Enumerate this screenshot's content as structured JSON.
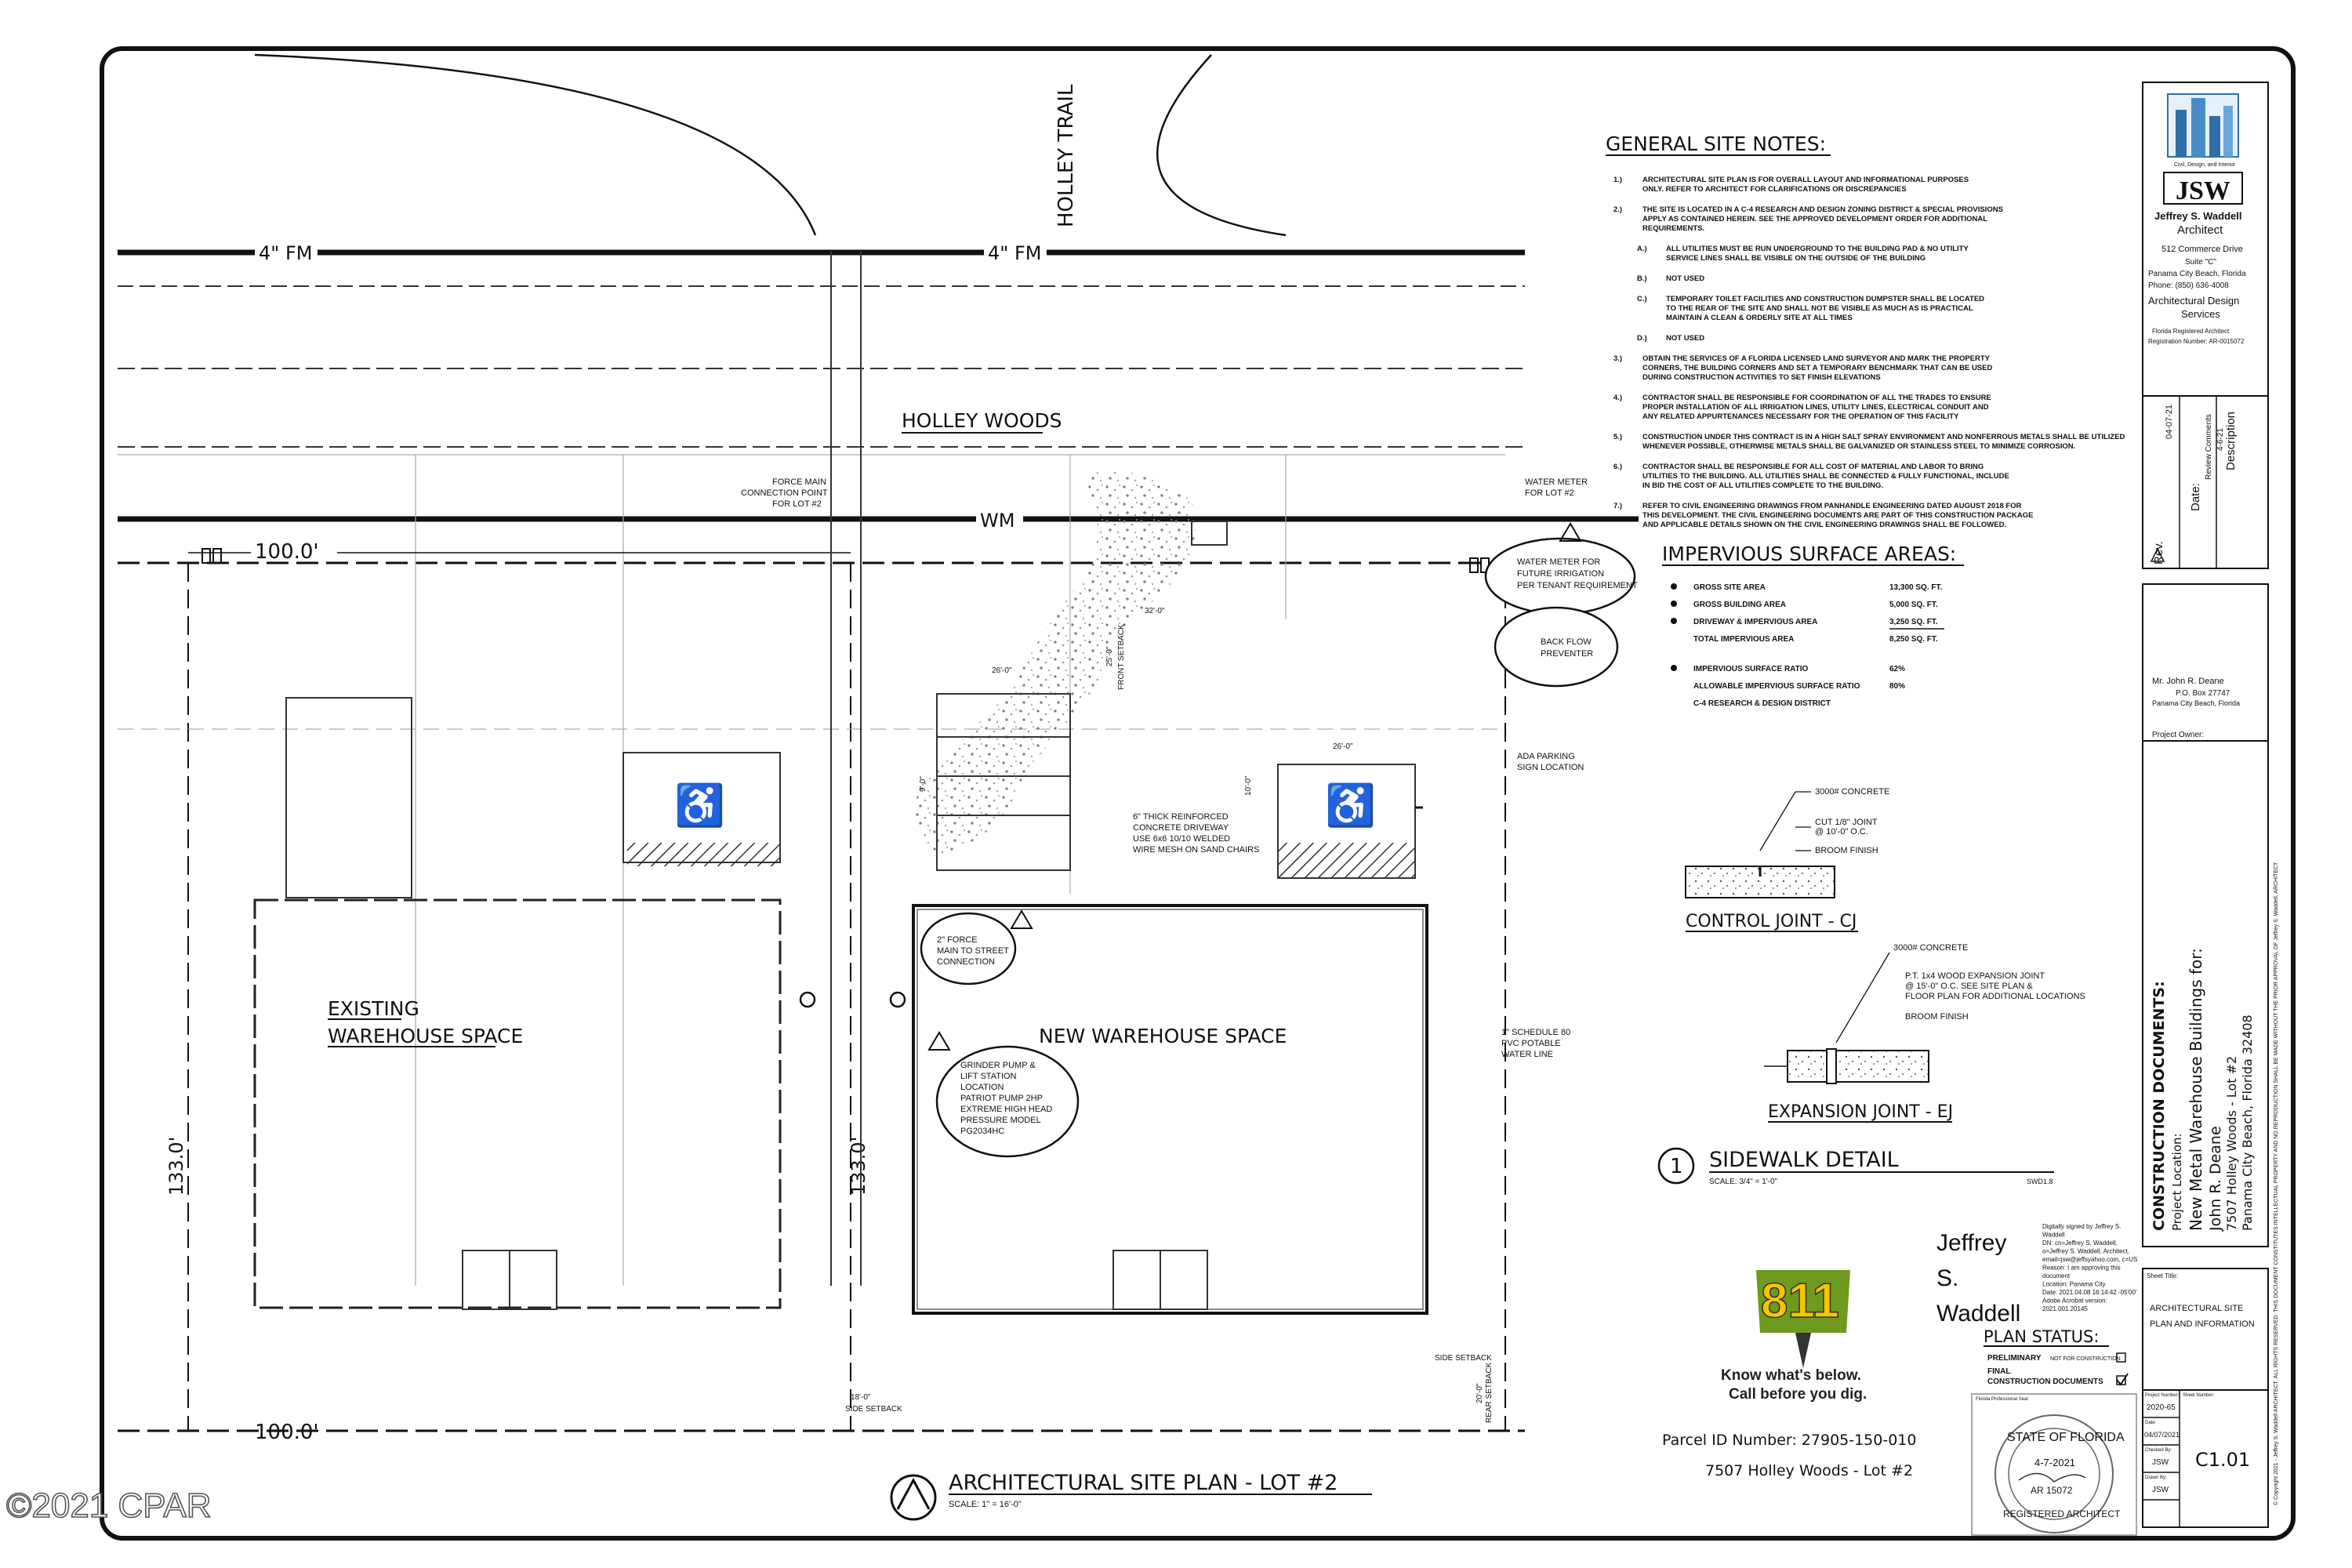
{
  "watermark": "©2021 CPAR",
  "site": {
    "street_vertical": "HOLLEY TRAIL",
    "street_horizontal": "HOLLEY WOODS",
    "fm_label": "4\" FM",
    "wm_label": "WM",
    "dim_top": "100.0'",
    "dim_bottom": "100.0'",
    "dim_left": "133.0'",
    "dim_mid": "133.0'",
    "existing_warehouse": [
      "EXISTING",
      "WAREHOUSE SPACE"
    ],
    "new_warehouse": "NEW WAREHOUSE SPACE",
    "notes": {
      "force_main": [
        "FORCE MAIN",
        "CONNECTION POINT",
        "FOR LOT #2"
      ],
      "water_meter": [
        "WATER METER",
        "FOR LOT #2"
      ],
      "water_meter_irrigation": [
        "WATER METER FOR",
        "FUTURE IRRIGATION",
        "PER TENANT REQUIREMENT"
      ],
      "back_flow": [
        "BACK FLOW",
        "PREVENTER"
      ],
      "driveway": [
        "6\" THICK REINFORCED",
        "CONCRETE DRIVEWAY",
        "USE 6x6 10/10 WELDED",
        "WIRE MESH ON SAND CHAIRS"
      ],
      "ada_sign": [
        "ADA PARKING",
        "SIGN LOCATION"
      ],
      "force_main_2": [
        "2\" FORCE",
        "MAIN TO STREET",
        "CONNECTION"
      ],
      "grinder": [
        "GRINDER PUMP &",
        "LIFT STATION",
        "LOCATION",
        "PATRIOT PUMP 2HP",
        "EXTREME HIGH HEAD",
        "PRESSURE MODEL",
        "PG2034HC"
      ],
      "water_line": [
        "1\" SCHEDULE 80",
        "PVC POTABLE",
        "WATER LINE"
      ],
      "front_setback": "FRONT SETBACK",
      "side_setback_1": "SIDE SETBACK",
      "side_setback_2": "SIDE SETBACK",
      "rear_setback": "REAR SETBACK"
    },
    "dims_small": [
      "32'-0\"",
      "26'-0\"",
      "26'-0\"",
      "25'-0\"",
      "9'-0\"",
      "18'-0\"",
      "10'-0\"",
      "20'-0\""
    ],
    "plan_title": "ARCHITECTURAL SITE PLAN - LOT #2",
    "plan_scale": "SCALE: 1\" = 16'-0\""
  },
  "general_notes": {
    "heading": "GENERAL SITE NOTES:",
    "items": [
      {
        "n": "1.)",
        "lines": [
          "ARCHITECTURAL SITE PLAN IS FOR OVERALL LAYOUT AND INFORMATIONAL PURPOSES",
          "ONLY. REFER TO ARCHITECT FOR CLARIFICATIONS OR DISCREPANCIES"
        ]
      },
      {
        "n": "2.)",
        "lines": [
          "THE SITE IS LOCATED IN A C-4 RESEARCH AND DESIGN ZONING DISTRICT & SPECIAL PROVISIONS",
          "APPLY AS CONTAINED HEREIN. SEE THE APPROVED DEVELOPMENT ORDER FOR ADDITIONAL",
          "REQUIREMENTS."
        ]
      },
      {
        "n": "A.)",
        "lines": [
          "ALL UTILITIES MUST BE RUN UNDERGROUND TO THE BUILDING PAD & NO UTILITY",
          "SERVICE LINES SHALL BE VISIBLE ON THE OUTSIDE OF THE BUILDING"
        ]
      },
      {
        "n": "B.)",
        "lines": [
          "NOT USED"
        ]
      },
      {
        "n": "C.)",
        "lines": [
          "TEMPORARY TOILET FACILITIES AND CONSTRUCTION DUMPSTER SHALL BE LOCATED",
          "TO THE REAR OF THE SITE AND SHALL NOT BE VISIBLE AS MUCH AS IS PRACTICAL",
          "MAINTAIN A CLEAN & ORDERLY SITE AT ALL TIMES"
        ]
      },
      {
        "n": "D.)",
        "lines": [
          "NOT USED"
        ]
      },
      {
        "n": "3.)",
        "lines": [
          "OBTAIN THE SERVICES OF A FLORIDA LICENSED LAND SURVEYOR AND MARK THE PROPERTY",
          "CORNERS, THE BUILDING CORNERS AND SET A TEMPORARY BENCHMARK THAT CAN BE USED",
          "DURING CONSTRUCTION ACTIVITIES TO SET FINISH ELEVATIONS"
        ]
      },
      {
        "n": "4.)",
        "lines": [
          "CONTRACTOR SHALL BE RESPONSIBLE FOR COORDINATION OF ALL THE TRADES TO ENSURE",
          "PROPER INSTALLATION OF ALL IRRIGATION LINES, UTILITY LINES, ELECTRICAL CONDUIT AND",
          "ANY RELATED APPURTENANCES NECESSARY FOR THE OPERATION OF THIS FACILITY"
        ]
      },
      {
        "n": "5.)",
        "lines": [
          "CONSTRUCTION UNDER THIS CONTRACT IS IN A HIGH SALT SPRAY ENVIRONMENT AND NONFERROUS METALS SHALL BE UTILIZED",
          "WHENEVER POSSIBLE, OTHERWISE METALS SHALL BE GALVANIZED OR STAINLESS STEEL TO MINIMIZE CORROSION."
        ]
      },
      {
        "n": "6.)",
        "lines": [
          "CONTRACTOR SHALL BE RESPONSIBLE FOR ALL COST OF MATERIAL AND LABOR TO BRING",
          "UTILITIES TO THE BUILDING. ALL UTILITIES SHALL BE CONNECTED & FULLY FUNCTIONAL, INCLUDE",
          "IN BID THE COST OF ALL UTILITIES COMPLETE TO THE BUILDING."
        ]
      },
      {
        "n": "7.)",
        "lines": [
          "REFER TO CIVIL ENGINEERING DRAWINGS FROM PANHANDLE ENGINEERING DATED AUGUST 2018 FOR",
          "THIS DEVELOPMENT. THE CIVIL ENGINEERING DOCUMENTS ARE PART OF THIS CONSTRUCTION PACKAGE",
          "AND APPLICABLE DETAILS SHOWN ON THE CIVIL ENGINEERING DRAWINGS SHALL BE FOLLOWED."
        ]
      }
    ]
  },
  "impervious": {
    "heading": "IMPERVIOUS SURFACE AREAS:",
    "rows": [
      {
        "label": "GROSS SITE AREA",
        "value": "13,300 SQ. FT."
      },
      {
        "label": "GROSS BUILDING AREA",
        "value": "5,000 SQ. FT."
      },
      {
        "label": "DRIVEWAY & IMPERVIOUS AREA",
        "value": "3,250 SQ. FT."
      },
      {
        "label": "TOTAL IMPERVIOUS AREA",
        "value": "8,250 SQ. FT."
      },
      {
        "label": "IMPERVIOUS SURFACE RATIO",
        "value": "62%"
      },
      {
        "label": "ALLOWABLE IMPERVIOUS SURFACE RATIO",
        "value": "80%"
      },
      {
        "label": "C-4 RESEARCH & DESIGN DISTRICT",
        "value": ""
      }
    ]
  },
  "details": {
    "control_joint": {
      "title": "CONTROL JOINT - CJ",
      "notes": [
        "3000# CONCRETE",
        "CUT 1/8\" JOINT",
        "@ 10'-0\" O.C.",
        "BROOM FINISH"
      ]
    },
    "expansion_joint": {
      "title": "EXPANSION JOINT - EJ",
      "notes": [
        "3000# CONCRETE",
        "P.T. 1x4 WOOD EXPANSION JOINT",
        "@ 15'-0\" O.C. SEE SITE PLAN &",
        "FLOOR PLAN FOR ADDITIONAL LOCATIONS",
        "BROOM FINISH"
      ]
    },
    "sidewalk": {
      "num": "1",
      "title": "SIDEWALK DETAIL",
      "scale": "SCALE: 3/4\" = 1'-0\"",
      "ref": "SWD1.8"
    }
  },
  "signature": {
    "name_lines": [
      "Jeffrey",
      "S.",
      "Waddell"
    ],
    "digital": [
      "Digitally signed by Jeffrey S.",
      "Waddell",
      "DN: cn=Jeffrey S. Waddell,",
      "o=Jeffrey S. Waddell, Architect,",
      "email=jsw@jeffsyahoo.com, c=US",
      "Reason: I am approving this",
      "document",
      "Location: Panama City",
      "Date: 2021.04.08 16:14:42 -05'00'",
      "Adobe Acrobat version:",
      "2021.001.20145"
    ]
  },
  "plan_status": {
    "heading": "PLAN STATUS:",
    "rows": [
      {
        "label": "PRELIMINARY",
        "note": "NOT FOR CONSTRUCTION",
        "checked": false
      },
      {
        "label": "FINAL",
        "note": "",
        "checked": false
      },
      {
        "label": "CONSTRUCTION DOCUMENTS",
        "note": "",
        "checked": true
      }
    ]
  },
  "logo811": {
    "num": "811",
    "line1": "Know what's below.",
    "line2": "Call before you dig."
  },
  "parcel": {
    "id": "Parcel ID Number: 27905-150-010",
    "address": "7507 Holley Woods - Lot #2"
  },
  "seal": {
    "ring_top": "STATE OF FLORIDA",
    "ring_bottom": "REGISTERED ARCHITECT",
    "date": "4-7-2021",
    "number": "AR 15072",
    "label": "Florida Professional Seal"
  },
  "title_block": {
    "firm_initials": "JSW",
    "firm_tag": "Civil, Design, and Interior",
    "firm_name": "Jeffrey S. Waddell",
    "firm_title": "Architect",
    "address1": "512 Commerce Drive",
    "address2": "Suite \"C\"",
    "address3": "Panama City Beach, Florida",
    "phone": "Phone: (850) 636-4008",
    "services1": "Architectural Design",
    "services2": "Services",
    "reg1": "Florida Registered Architect",
    "reg2": "Registration Number: AR-0015072",
    "rev_headers": [
      "Rev.",
      "Date:",
      "Description"
    ],
    "rev_date": "04-07-21",
    "rev_desc1": "Review Comments",
    "rev_desc2": "4-6-21",
    "owner_name": "Mr. John R. Deane",
    "owner_box": "P.O. Box 27747",
    "owner_city": "Panama City Beach, Florida",
    "owner_label": "Project Owner:",
    "doc_type": "CONSTRUCTION DOCUMENTS:",
    "project_location": "Project Location:",
    "project_name": "New Metal Warehouse Buildings for:",
    "client": "John R. Deane",
    "project_addr": "7507 Holley Woods - Lot #2",
    "project_city": "Panama City Beach, Florida 32408",
    "copyright": "© Copyright 2021 - Jeffrey S. Waddell ARCHITECT. ALL RIGHTS RESERVED. THIS DOCUMENT CONSTITUTES INTELLECTUAL PROPERTY AND NO REPRODUCTION SHALL BE MADE WITHOUT THE PRIOR APPROVAL OF Jeffrey S. Waddell, ARCHITECT",
    "sheet_title_label": "Sheet Title:",
    "sheet_title1": "ARCHITECTURAL SITE",
    "sheet_title2": "PLAN AND INFORMATION",
    "project_number_label": "Project Number:",
    "project_number": "2020-65",
    "date_label": "Date:",
    "date": "04/07/2021",
    "checked_label": "Checked By:",
    "checked": "JSW",
    "drawn_label": "Drawn By:",
    "drawn": "JSW",
    "sheet_number_label": "Sheet Number:",
    "sheet_number": "C1.01"
  }
}
